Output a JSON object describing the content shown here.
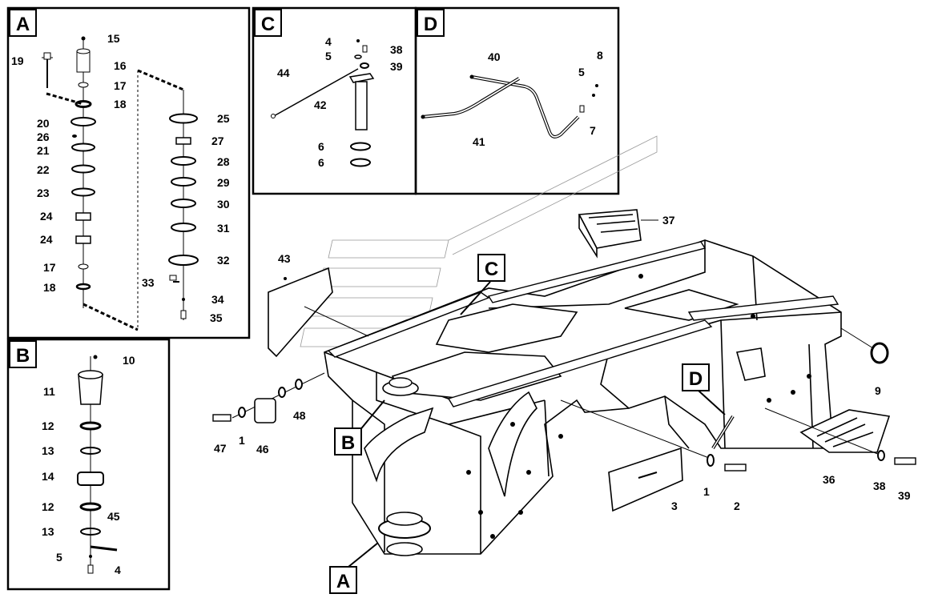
{
  "panels": {
    "A": {
      "title": "A",
      "callouts": [
        "15",
        "16",
        "17",
        "18",
        "19",
        "20",
        "26",
        "21",
        "22",
        "23",
        "24",
        "24",
        "17",
        "18",
        "25",
        "27",
        "28",
        "29",
        "30",
        "31",
        "32",
        "33",
        "34",
        "35"
      ]
    },
    "B": {
      "title": "B",
      "callouts": [
        "10",
        "11",
        "12",
        "13",
        "14",
        "12",
        "13",
        "45",
        "5",
        "4"
      ]
    },
    "C": {
      "title": "C",
      "callouts": [
        "4",
        "5",
        "38",
        "39",
        "44",
        "42",
        "6",
        "6"
      ]
    },
    "D": {
      "title": "D",
      "callouts": [
        "40",
        "8",
        "5",
        "7",
        "41"
      ]
    }
  },
  "main_view": {
    "view_flags": [
      "A",
      "B",
      "C",
      "D"
    ],
    "callouts": [
      "37",
      "43",
      "9",
      "47",
      "1",
      "46",
      "48",
      "36",
      "38",
      "39",
      "3",
      "1",
      "2"
    ]
  }
}
